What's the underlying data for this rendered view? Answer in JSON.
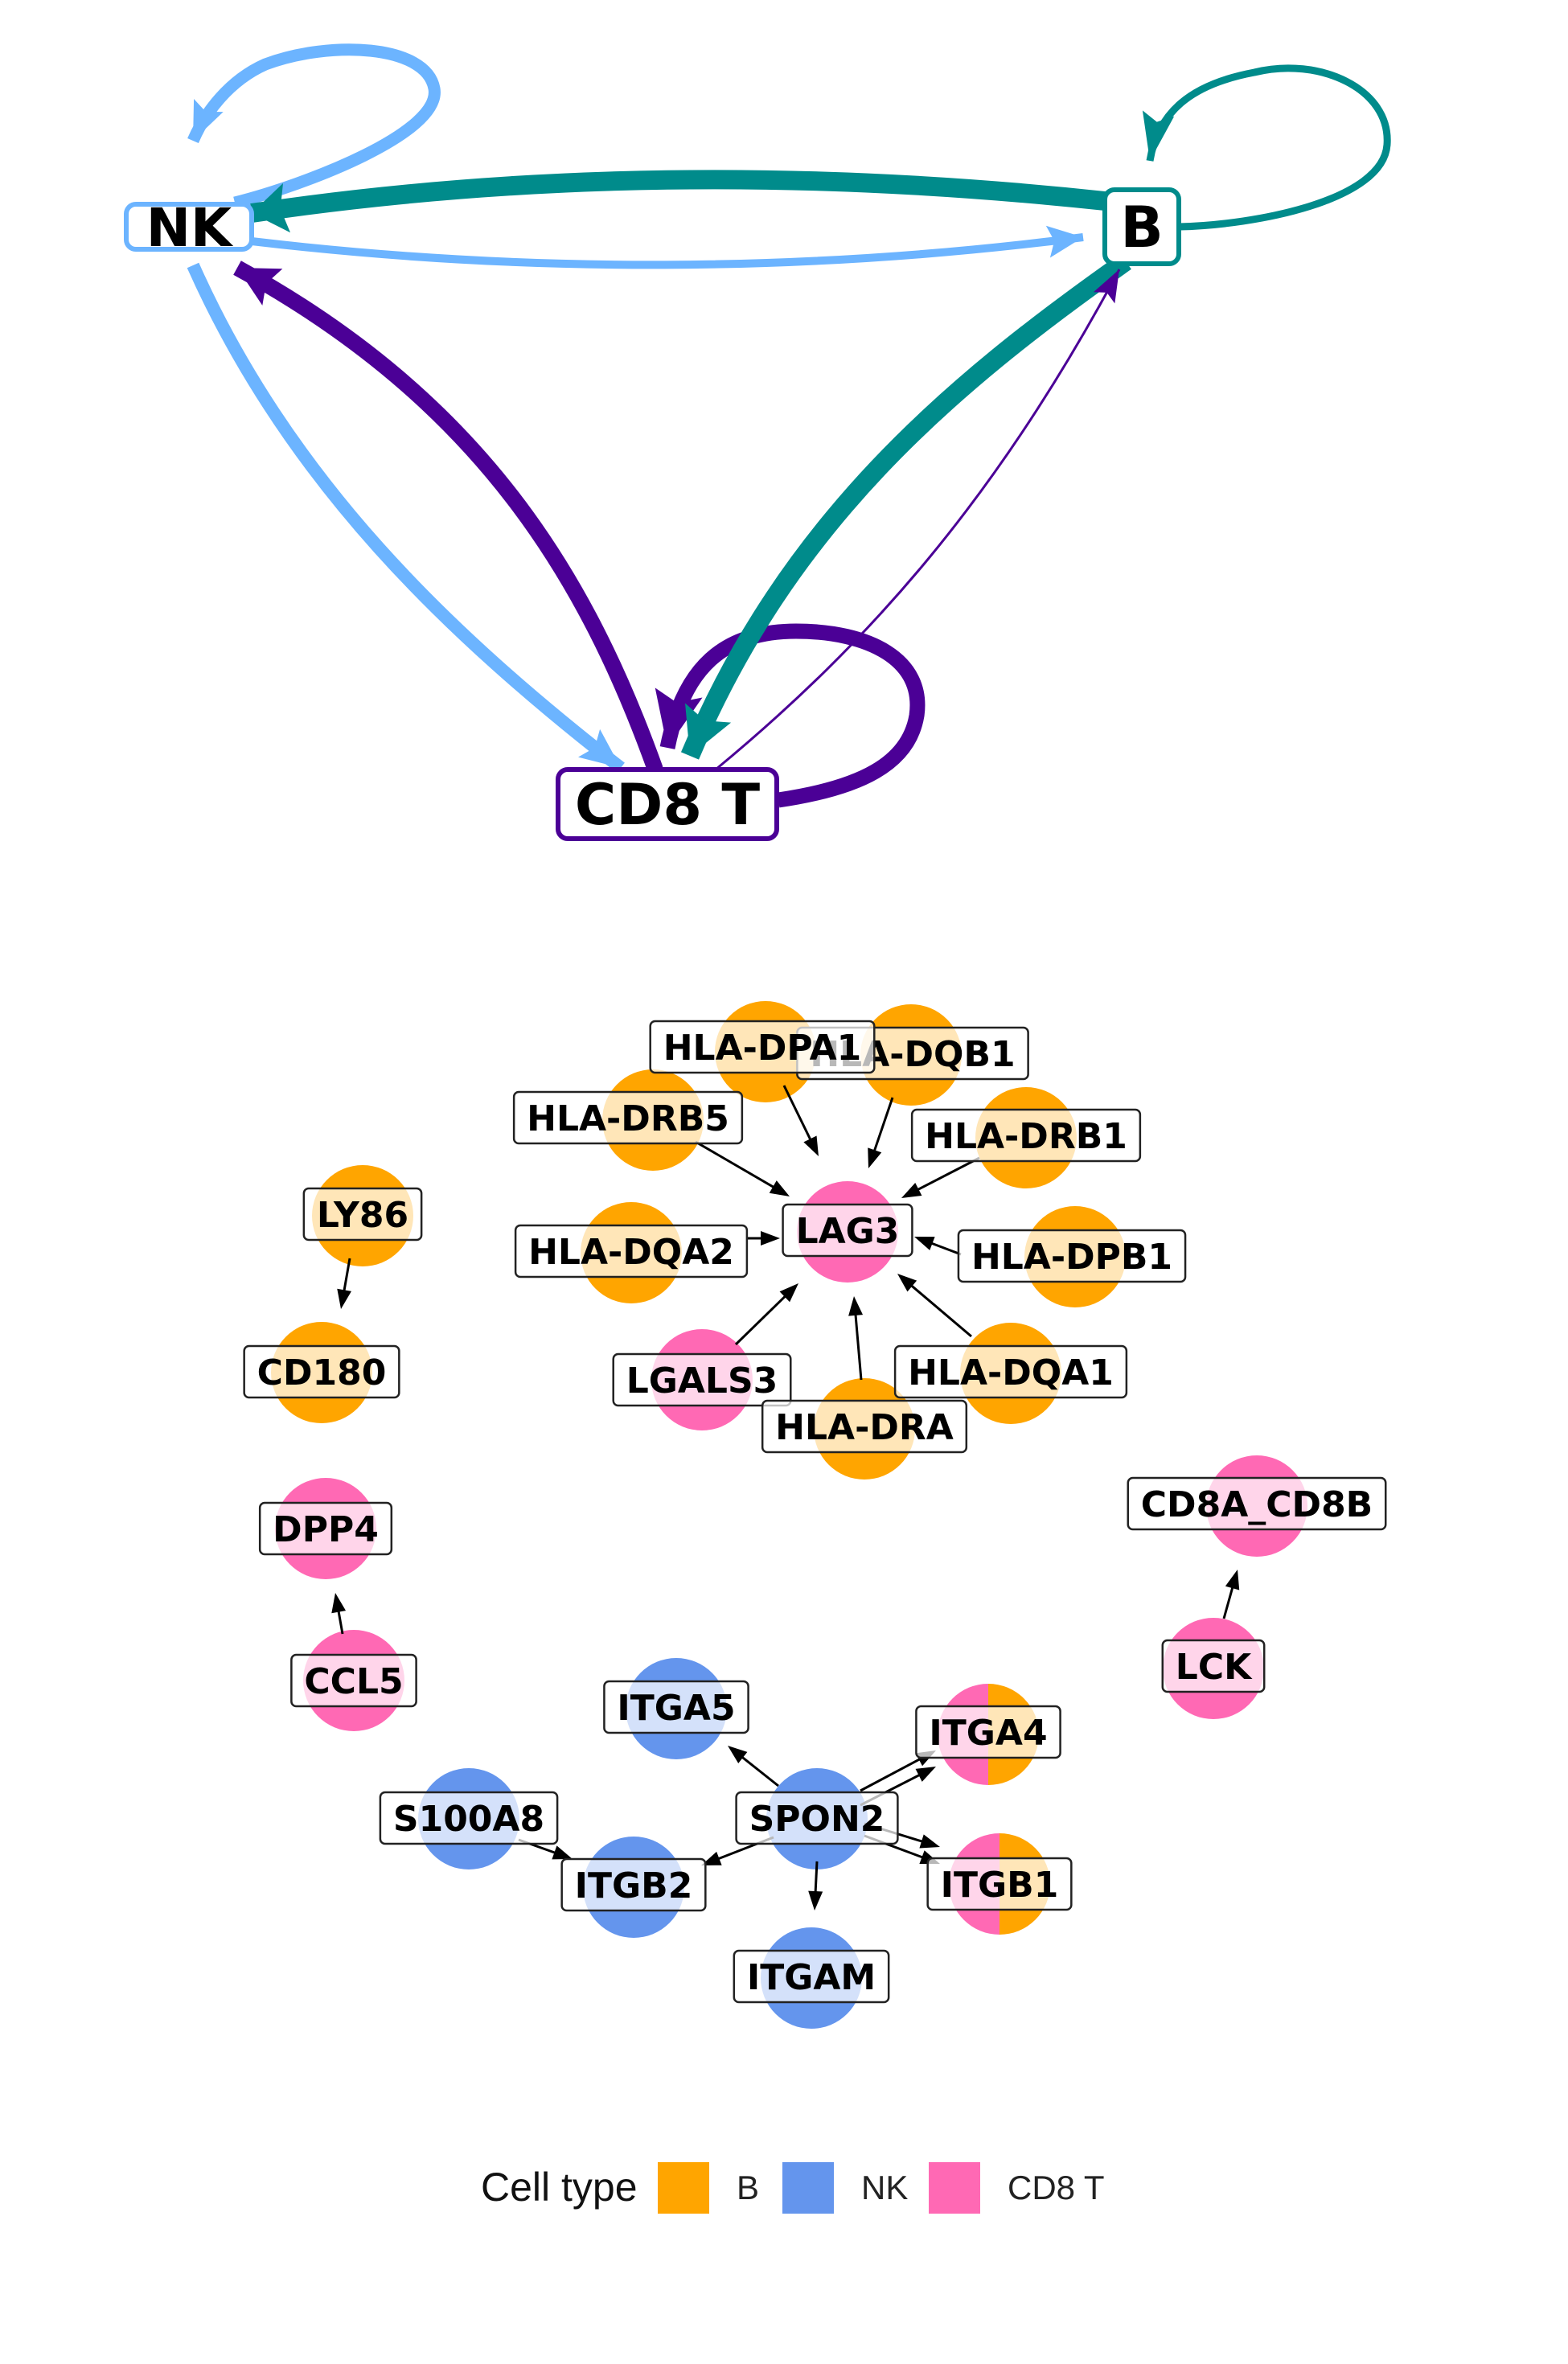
{
  "colors": {
    "B": "#FFA500",
    "NK": "#6495ED",
    "CD8 T": "#FF69B4",
    "edge_NK": "#6CB4FF",
    "edge_B": "#008B8B",
    "edge_CD8T": "#4B0096"
  },
  "cell_network": {
    "nodes": [
      {
        "id": "NK",
        "label": "NK"
      },
      {
        "id": "B",
        "label": "B"
      },
      {
        "id": "CD8T",
        "label": "CD8 T"
      }
    ],
    "edges": [
      {
        "from": "NK",
        "to": "NK",
        "color_key": "edge_NK"
      },
      {
        "from": "B",
        "to": "B",
        "color_key": "edge_B"
      },
      {
        "from": "CD8T",
        "to": "CD8T",
        "color_key": "edge_CD8T"
      },
      {
        "from": "B",
        "to": "NK",
        "color_key": "edge_B"
      },
      {
        "from": "NK",
        "to": "B",
        "color_key": "edge_NK"
      },
      {
        "from": "NK",
        "to": "CD8T",
        "color_key": "edge_NK"
      },
      {
        "from": "CD8T",
        "to": "NK",
        "color_key": "edge_CD8T"
      },
      {
        "from": "B",
        "to": "CD8T",
        "color_key": "edge_B"
      },
      {
        "from": "CD8T",
        "to": "B",
        "color_key": "edge_CD8T"
      }
    ]
  },
  "gene_network": {
    "nodes": [
      {
        "id": "HLA-DPA1",
        "label": "HLA-DPA1",
        "types": [
          "B"
        ]
      },
      {
        "id": "HLA-DQB1",
        "label": "HLA-DQB1",
        "types": [
          "B"
        ]
      },
      {
        "id": "HLA-DRB5",
        "label": "HLA-DRB5",
        "types": [
          "B"
        ]
      },
      {
        "id": "HLA-DRB1",
        "label": "HLA-DRB1",
        "types": [
          "B"
        ]
      },
      {
        "id": "LAG3",
        "label": "LAG3",
        "types": [
          "CD8 T"
        ]
      },
      {
        "id": "HLA-DQA2",
        "label": "HLA-DQA2",
        "types": [
          "B"
        ]
      },
      {
        "id": "HLA-DPB1",
        "label": "HLA-DPB1",
        "types": [
          "B"
        ]
      },
      {
        "id": "LGALS3",
        "label": "LGALS3",
        "types": [
          "CD8 T"
        ]
      },
      {
        "id": "HLA-DQA1",
        "label": "HLA-DQA1",
        "types": [
          "B"
        ]
      },
      {
        "id": "HLA-DRA",
        "label": "HLA-DRA",
        "types": [
          "B"
        ]
      },
      {
        "id": "LY86",
        "label": "LY86",
        "types": [
          "B"
        ]
      },
      {
        "id": "CD180",
        "label": "CD180",
        "types": [
          "B"
        ]
      },
      {
        "id": "DPP4",
        "label": "DPP4",
        "types": [
          "CD8 T"
        ]
      },
      {
        "id": "CCL5",
        "label": "CCL5",
        "types": [
          "CD8 T"
        ]
      },
      {
        "id": "CD8A_CD8B",
        "label": "CD8A_CD8B",
        "types": [
          "CD8 T"
        ]
      },
      {
        "id": "LCK",
        "label": "LCK",
        "types": [
          "CD8 T"
        ]
      },
      {
        "id": "ITGA5",
        "label": "ITGA5",
        "types": [
          "NK"
        ]
      },
      {
        "id": "ITGA4",
        "label": "ITGA4",
        "types": [
          "CD8 T",
          "B"
        ]
      },
      {
        "id": "SPON2",
        "label": "SPON2",
        "types": [
          "NK"
        ]
      },
      {
        "id": "S100A8",
        "label": "S100A8",
        "types": [
          "NK"
        ]
      },
      {
        "id": "ITGB2",
        "label": "ITGB2",
        "types": [
          "NK"
        ]
      },
      {
        "id": "ITGB1",
        "label": "ITGB1",
        "types": [
          "CD8 T",
          "B"
        ]
      },
      {
        "id": "ITGAM",
        "label": "ITGAM",
        "types": [
          "NK"
        ]
      }
    ],
    "edges": [
      {
        "from": "HLA-DPA1",
        "to": "LAG3"
      },
      {
        "from": "HLA-DQB1",
        "to": "LAG3"
      },
      {
        "from": "HLA-DRB5",
        "to": "LAG3"
      },
      {
        "from": "HLA-DRB1",
        "to": "LAG3"
      },
      {
        "from": "HLA-DQA2",
        "to": "LAG3"
      },
      {
        "from": "HLA-DPB1",
        "to": "LAG3"
      },
      {
        "from": "LGALS3",
        "to": "LAG3"
      },
      {
        "from": "HLA-DRA",
        "to": "LAG3"
      },
      {
        "from": "HLA-DQA1",
        "to": "LAG3"
      },
      {
        "from": "LY86",
        "to": "CD180"
      },
      {
        "from": "CCL5",
        "to": "DPP4"
      },
      {
        "from": "LCK",
        "to": "CD8A_CD8B"
      },
      {
        "from": "SPON2",
        "to": "ITGA5"
      },
      {
        "from": "SPON2",
        "to": "ITGA4"
      },
      {
        "from": "SPON2",
        "to": "ITGA4"
      },
      {
        "from": "SPON2",
        "to": "ITGB1"
      },
      {
        "from": "SPON2",
        "to": "ITGB1"
      },
      {
        "from": "SPON2",
        "to": "ITGB2"
      },
      {
        "from": "SPON2",
        "to": "ITGAM"
      },
      {
        "from": "S100A8",
        "to": "ITGB2"
      }
    ]
  },
  "legend": {
    "title": "Cell type",
    "items": [
      {
        "key": "B",
        "label": "B"
      },
      {
        "key": "NK",
        "label": "NK"
      },
      {
        "key": "CD8 T",
        "label": "CD8 T"
      }
    ]
  }
}
